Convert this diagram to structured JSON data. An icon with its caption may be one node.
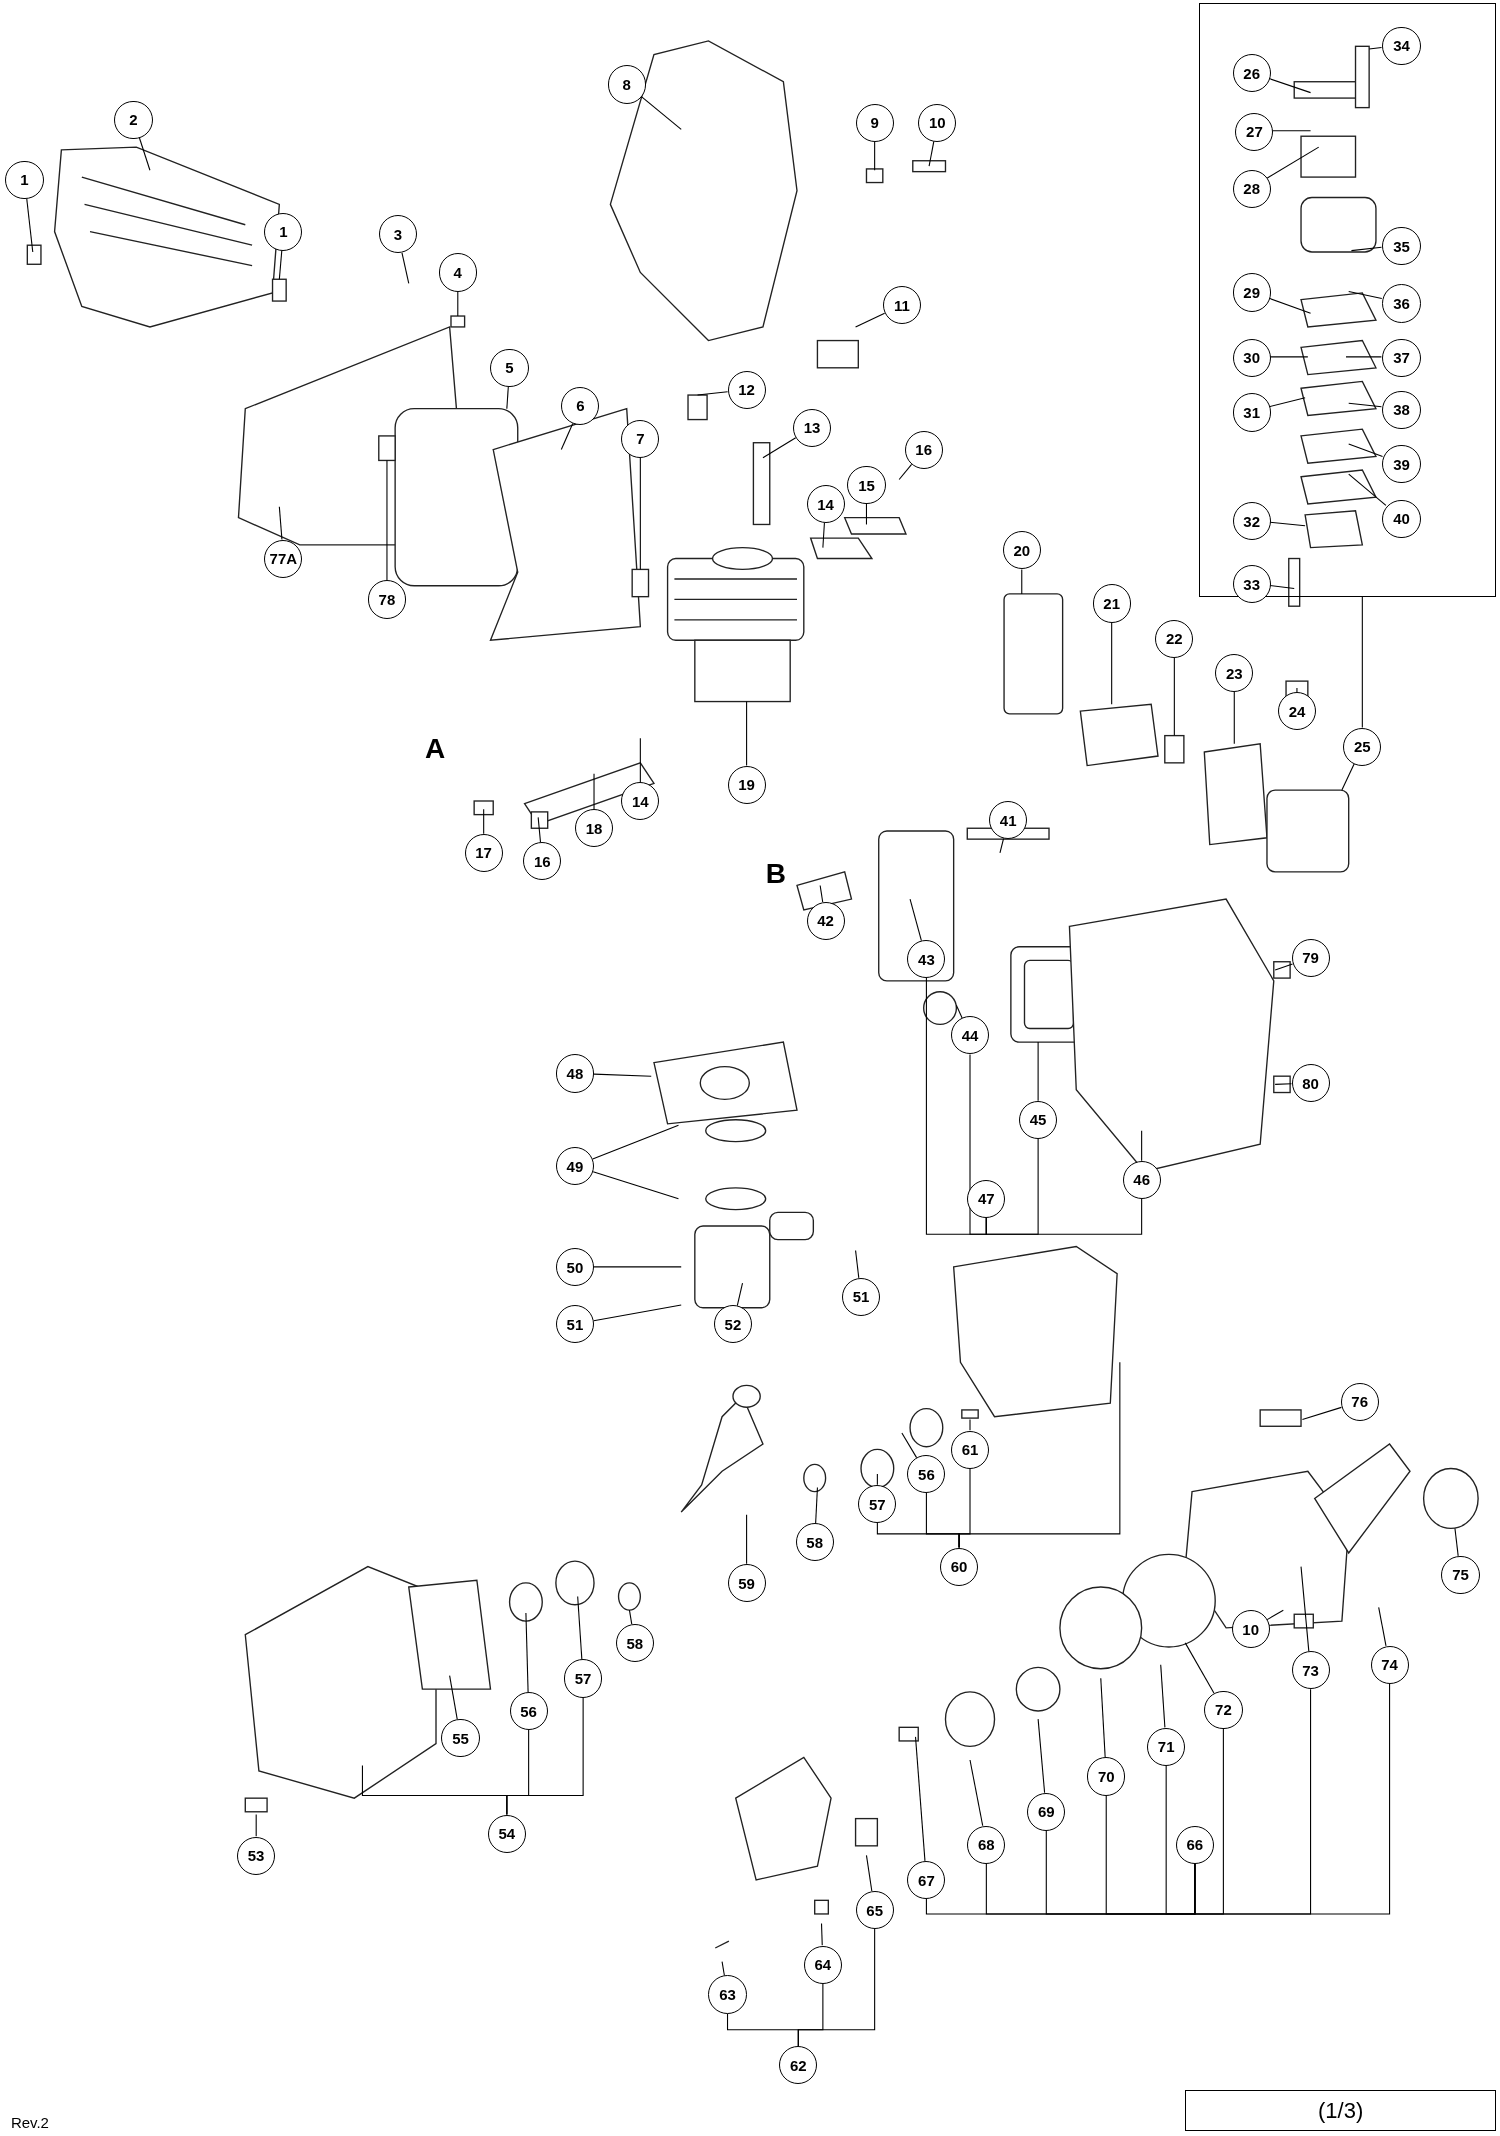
{
  "diagram": {
    "nodes": [
      {
        "text": [],
        "shape": "box"
      },
      {
        "text": [
          "1"
        ]
      },
      {
        "text": [
          "2"
        ]
      },
      {
        "text": [
          "8"
        ]
      },
      {
        "text": [
          "9"
        ]
      },
      {
        "text": [
          "10"
        ]
      },
      {
        "text": [
          "34"
        ],
        "in": 0
      },
      {
        "text": [
          "26"
        ],
        "in": 0
      },
      {
        "text": [
          "27"
        ],
        "in": 0
      },
      {
        "text": [
          "28"
        ],
        "in": 0
      },
      {
        "text": [
          "1"
        ]
      },
      {
        "text": [
          "3"
        ]
      },
      {
        "text": [
          "35"
        ],
        "in": 0
      },
      {
        "text": [
          "4"
        ]
      },
      {
        "text": [
          "29"
        ],
        "in": 0
      },
      {
        "text": [
          "36"
        ],
        "in": 0
      },
      {
        "text": [
          "11"
        ]
      },
      {
        "text": [
          "5"
        ]
      },
      {
        "text": [
          "30"
        ],
        "in": 0
      },
      {
        "text": [
          "37"
        ],
        "in": 0
      },
      {
        "text": [
          "12"
        ]
      },
      {
        "text": [
          "6"
        ]
      },
      {
        "text": [
          "31"
        ],
        "in": 0
      },
      {
        "text": [
          "38"
        ],
        "in": 0
      },
      {
        "text": [
          "7"
        ]
      },
      {
        "text": [
          "13"
        ]
      },
      {
        "text": [
          "20"
        ]
      },
      {
        "text": [
          "16"
        ]
      },
      {
        "text": [
          "21"
        ]
      },
      {
        "text": [
          "15"
        ]
      },
      {
        "text": [
          "22"
        ]
      },
      {
        "text": [
          "14"
        ]
      },
      {
        "text": [
          "39"
        ],
        "in": 0
      },
      {
        "text": [
          "32"
        ],
        "in": 0
      },
      {
        "text": [
          "40"
        ],
        "in": 0
      },
      {
        "text": [
          "23"
        ]
      },
      {
        "text": [
          "77A"
        ]
      },
      {
        "text": [
          "33"
        ],
        "in": 0
      },
      {
        "text": [
          "78"
        ]
      },
      {
        "text": [
          "24"
        ]
      },
      {
        "text": [
          "25"
        ]
      },
      {
        "text": [
          "19"
        ]
      },
      {
        "text": [
          "14"
        ]
      },
      {
        "text": [
          "41"
        ]
      },
      {
        "text": [
          "18"
        ]
      },
      {
        "text": [
          "17"
        ]
      },
      {
        "text": [
          "16"
        ]
      },
      {
        "text": [
          "42"
        ]
      },
      {
        "text": [
          "43"
        ]
      },
      {
        "text": [
          "79"
        ]
      },
      {
        "text": [
          "44"
        ]
      },
      {
        "text": [
          "48"
        ]
      },
      {
        "text": [
          "80"
        ]
      },
      {
        "text": [
          "45"
        ]
      },
      {
        "text": [
          "49"
        ]
      },
      {
        "text": [
          "46"
        ]
      },
      {
        "text": [
          "47"
        ]
      },
      {
        "text": [
          "50"
        ]
      },
      {
        "text": [
          "51"
        ]
      },
      {
        "text": [
          "51"
        ]
      },
      {
        "text": [
          "52"
        ]
      },
      {
        "text": [
          "76"
        ]
      },
      {
        "text": [
          "61"
        ]
      },
      {
        "text": [
          "56"
        ]
      },
      {
        "text": [
          "57"
        ]
      },
      {
        "text": [
          "58"
        ]
      },
      {
        "text": [
          "60"
        ]
      },
      {
        "text": [
          "75"
        ]
      },
      {
        "text": [
          "59"
        ]
      },
      {
        "text": [
          "10"
        ]
      },
      {
        "text": [
          "58"
        ]
      },
      {
        "text": [
          "74"
        ]
      },
      {
        "text": [
          "73"
        ]
      },
      {
        "text": [
          "57"
        ]
      },
      {
        "text": [
          "72"
        ]
      },
      {
        "text": [
          "56"
        ]
      },
      {
        "text": [
          "55"
        ]
      },
      {
        "text": [
          "71"
        ]
      },
      {
        "text": [
          "70"
        ]
      },
      {
        "text": [
          "69"
        ]
      },
      {
        "text": [
          "54"
        ]
      },
      {
        "text": [
          "68"
        ]
      },
      {
        "text": [
          "66"
        ]
      },
      {
        "text": [
          "53"
        ]
      },
      {
        "text": [
          "67"
        ]
      },
      {
        "text": [
          "65"
        ]
      },
      {
        "text": [
          "64"
        ]
      },
      {
        "text": [
          "63"
        ]
      },
      {
        "text": [
          "62"
        ]
      },
      {
        "text": [
          "(1/3)"
        ]
      }
    ],
    "edges": [
      {
        "from": 1,
        "to": null,
        "arrow": "none"
      },
      {
        "from": 2,
        "to": null,
        "arrow": "none"
      },
      {
        "from": 3,
        "to": null,
        "arrow": "none"
      },
      {
        "from": 4,
        "to": null,
        "arrow": "none"
      },
      {
        "from": 5,
        "to": null,
        "arrow": "none"
      },
      {
        "from": 6,
        "to": null,
        "arrow": "none"
      },
      {
        "from": 7,
        "to": null,
        "arrow": "none"
      },
      {
        "from": 8,
        "to": null,
        "arrow": "none"
      },
      {
        "from": 9,
        "to": null,
        "arrow": "none"
      },
      {
        "from": 10,
        "to": null,
        "arrow": "none"
      },
      {
        "from": 11,
        "to": null,
        "arrow": "none"
      },
      {
        "from": 12,
        "to": null,
        "arrow": "none"
      },
      {
        "from": 13,
        "to": null,
        "arrow": "none"
      },
      {
        "from": 14,
        "to": null,
        "arrow": "none"
      },
      {
        "from": 15,
        "to": null,
        "arrow": "none"
      },
      {
        "from": 16,
        "to": null,
        "arrow": "none"
      },
      {
        "from": 17,
        "to": null,
        "arrow": "none"
      },
      {
        "from": 18,
        "to": null,
        "arrow": "none"
      },
      {
        "from": 19,
        "to": null,
        "arrow": "none"
      },
      {
        "from": 20,
        "to": null,
        "arrow": "none"
      },
      {
        "from": 21,
        "to": null,
        "arrow": "none"
      },
      {
        "from": 22,
        "to": null,
        "arrow": "none"
      },
      {
        "from": 23,
        "to": null,
        "arrow": "none"
      },
      {
        "from": 24,
        "to": null,
        "arrow": "none"
      },
      {
        "from": 25,
        "to": null,
        "arrow": "none"
      },
      {
        "from": 26,
        "to": null,
        "arrow": "none"
      },
      {
        "from": 27,
        "to": null,
        "arrow": "none"
      },
      {
        "from": 28,
        "to": null,
        "arrow": "none"
      },
      {
        "from": 29,
        "to": null,
        "arrow": "none"
      },
      {
        "from": 30,
        "to": null,
        "arrow": "none"
      },
      {
        "from": 31,
        "to": null,
        "arrow": "none"
      },
      {
        "from": 32,
        "to": null,
        "arrow": "none"
      },
      {
        "from": 33,
        "to": null,
        "arrow": "none"
      },
      {
        "from": 34,
        "to": null,
        "arrow": "none"
      },
      {
        "from": 35,
        "to": null,
        "arrow": "none"
      },
      {
        "from": 36,
        "to": null,
        "arrow": "none"
      },
      {
        "from": 37,
        "to": null,
        "arrow": "none"
      },
      {
        "from": 38,
        "to": null,
        "arrow": "none"
      },
      {
        "from": 39,
        "to": null,
        "arrow": "none"
      },
      {
        "from": 40,
        "to": null,
        "arrow": "none"
      },
      {
        "from": 41,
        "to": null,
        "arrow": "none"
      },
      {
        "from": 42,
        "to": null,
        "arrow": "none"
      },
      {
        "from": 43,
        "to": null,
        "arrow": "none"
      },
      {
        "from": 44,
        "to": null,
        "arrow": "none"
      },
      {
        "from": 45,
        "to": null,
        "arrow": "none"
      },
      {
        "from": 46,
        "to": null,
        "arrow": "none"
      },
      {
        "from": 47,
        "to": null,
        "arrow": "none"
      },
      {
        "from": 48,
        "to": null,
        "arrow": "none"
      },
      {
        "from": 49,
        "to": null,
        "arrow": "none"
      },
      {
        "from": 50,
        "to": null,
        "arrow": "none"
      },
      {
        "from": 51,
        "to": null,
        "arrow": "none"
      },
      {
        "from": 52,
        "to": null,
        "arrow": "none"
      },
      {
        "from": 53,
        "to": null,
        "arrow": "none"
      },
      {
        "from": 54,
        "to": null,
        "arrow": "none"
      },
      {
        "from": 54,
        "to": null,
        "arrow": "none"
      },
      {
        "from": 55,
        "to": null,
        "arrow": "none"
      },
      {
        "from": 57,
        "to": null,
        "arrow": "none"
      },
      {
        "from": 58,
        "to": null,
        "arrow": "none"
      },
      {
        "from": 59,
        "to": null,
        "arrow": "none"
      },
      {
        "from": 60,
        "to": null,
        "arrow": "none"
      },
      {
        "from": 61,
        "to": null,
        "arrow": "none"
      },
      {
        "from": 62,
        "to": null,
        "arrow": "none"
      },
      {
        "from": 63,
        "to": null,
        "arrow": "none"
      },
      {
        "from": 64,
        "to": null,
        "arrow": "none"
      },
      {
        "from": 65,
        "to": null,
        "arrow": "none"
      },
      {
        "from": 66,
        "to": null,
        "arrow": "none"
      },
      {
        "from": 67,
        "to": null,
        "arrow": "none"
      },
      {
        "from": 68,
        "to": null,
        "arrow": "none"
      },
      {
        "from": 69,
        "to": null,
        "arrow": "none"
      },
      {
        "from": 70,
        "to": null,
        "arrow": "none"
      },
      {
        "from": 71,
        "to": null,
        "arrow": "none"
      },
      {
        "from": 72,
        "to": null,
        "arrow": "none"
      },
      {
        "from": 73,
        "to": null,
        "arrow": "none"
      },
      {
        "from": 74,
        "to": null,
        "arrow": "none"
      },
      {
        "from": 75,
        "to": null,
        "arrow": "none"
      },
      {
        "from": 76,
        "to": null,
        "arrow": "none"
      },
      {
        "from": 77,
        "to": null,
        "arrow": "none"
      },
      {
        "from": 78,
        "to": null,
        "arrow": "none"
      },
      {
        "from": 79,
        "to": null,
        "arrow": "none"
      },
      {
        "from": 80,
        "to": null,
        "arrow": "none"
      },
      {
        "from": 81,
        "to": null,
        "arrow": "none"
      },
      {
        "from": 83,
        "to": null,
        "arrow": "none"
      },
      {
        "from": 84,
        "to": null,
        "arrow": "none"
      },
      {
        "from": 85,
        "to": null,
        "arrow": "none"
      },
      {
        "from": 86,
        "to": null,
        "arrow": "none"
      },
      {
        "from": 87,
        "to": null,
        "arrow": "none"
      },
      {
        "from": 40,
        "to": 0,
        "arrow": "none"
      },
      {
        "from": 56,
        "to": 48,
        "arrow": "none"
      },
      {
        "from": 56,
        "to": 50,
        "arrow": "none"
      },
      {
        "from": 56,
        "to": 53,
        "arrow": "none"
      },
      {
        "from": 56,
        "to": 55,
        "arrow": "none"
      },
      {
        "from": 66,
        "to": 63,
        "arrow": "none"
      },
      {
        "from": 66,
        "to": 64,
        "arrow": "none"
      },
      {
        "from": 66,
        "to": 62,
        "arrow": "none"
      },
      {
        "from": 80,
        "to": 75,
        "arrow": "none"
      },
      {
        "from": 80,
        "to": 73,
        "arrow": "none"
      },
      {
        "from": 82,
        "to": 84,
        "arrow": "none"
      },
      {
        "from": 82,
        "to": 81,
        "arrow": "none"
      },
      {
        "from": 82,
        "to": 79,
        "arrow": "none"
      },
      {
        "from": 82,
        "to": 78,
        "arrow": "none"
      },
      {
        "from": 82,
        "to": 77,
        "arrow": "none"
      },
      {
        "from": 82,
        "to": 74,
        "arrow": "none"
      },
      {
        "from": 82,
        "to": 72,
        "arrow": "none"
      },
      {
        "from": 82,
        "to": 71,
        "arrow": "none"
      },
      {
        "from": 88,
        "to": 87,
        "arrow": "none"
      },
      {
        "from": 88,
        "to": 86,
        "arrow": "none"
      },
      {
        "from": 88,
        "to": 85,
        "arrow": "none"
      }
    ],
    "labels": [
      "A",
      "B",
      "Rev.2"
    ]
  }
}
